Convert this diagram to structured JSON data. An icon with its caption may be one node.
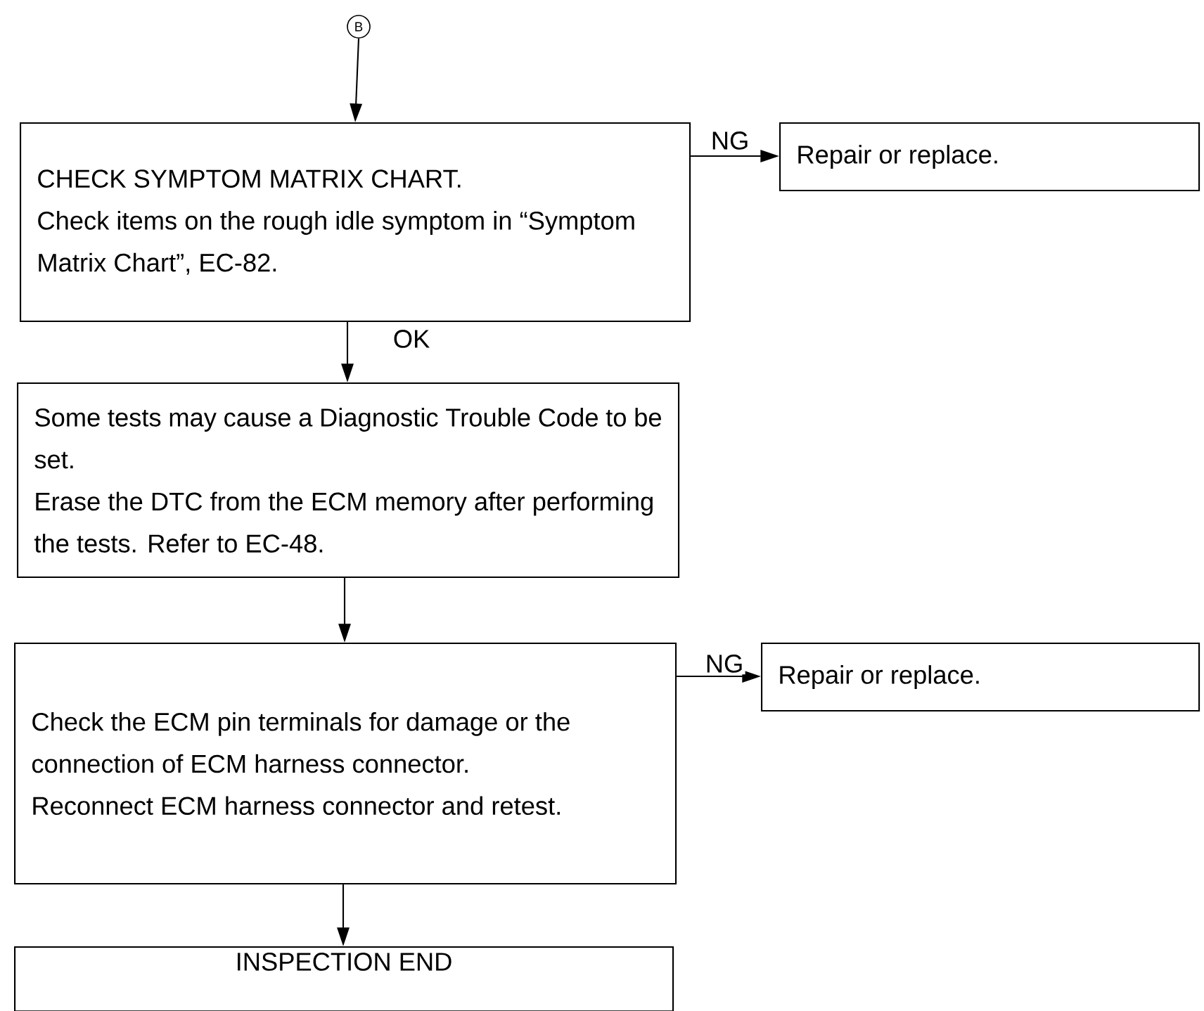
{
  "diagram": {
    "nodes": [
      {
        "text": [
          "B"
        ]
      },
      {
        "text": [
          "CHECK SYMPTOM MATRIX CHART.",
          "Check items on the rough idle symptom in “Symptom Matrix Chart”, EC-82."
        ]
      },
      {
        "text": [
          "Repair or replace."
        ]
      },
      {
        "text": [
          "Some tests may cause a Diagnostic Trouble Code to be set.",
          "Erase the DTC from the ECM memory after performing the tests. Refer to EC-48."
        ]
      },
      {
        "text": [
          "Check the ECM pin terminals for damage or the connection of ECM harness connector.",
          "Reconnect ECM harness connector and retest."
        ]
      },
      {
        "text": [
          "Repair or replace."
        ]
      },
      {
        "text": [
          "INSPECTION END"
        ]
      }
    ],
    "edges": [
      {
        "from": 0,
        "to": 1,
        "arrow": "to"
      },
      {
        "from": 1,
        "to": 2,
        "arrow": "to",
        "label": "NG"
      },
      {
        "from": 1,
        "to": 3,
        "arrow": "to",
        "label": "OK"
      },
      {
        "from": 3,
        "to": 4,
        "arrow": "to"
      },
      {
        "from": 4,
        "to": 5,
        "arrow": "to",
        "label": "NG"
      },
      {
        "from": 4,
        "to": 6,
        "arrow": "to"
      }
    ]
  }
}
